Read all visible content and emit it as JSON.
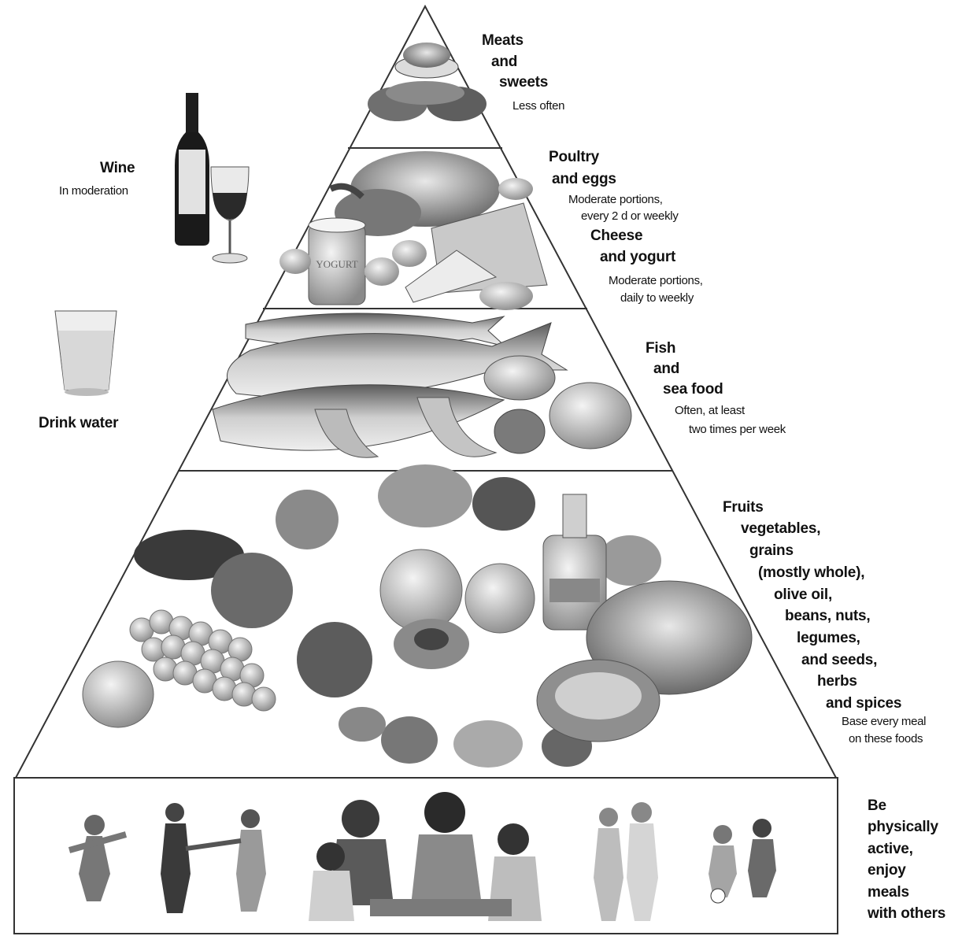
{
  "side": {
    "wine": {
      "title": "Wine",
      "note": "In moderation"
    },
    "water": {
      "title": "Drink water"
    }
  },
  "tiers": {
    "meats": {
      "title_lines": [
        "Meats",
        "and",
        "sweets"
      ],
      "note": "Less often"
    },
    "poultry": {
      "title_lines": [
        "Poultry",
        "and eggs"
      ],
      "note_lines": [
        "Moderate portions,",
        "every 2 d or weekly"
      ]
    },
    "cheese": {
      "title_lines": [
        "Cheese",
        "and yogurt"
      ],
      "note_lines": [
        "Moderate portions,",
        "daily to weekly"
      ]
    },
    "fish": {
      "title_lines": [
        "Fish",
        "and",
        "sea food"
      ],
      "note_lines": [
        "Often, at least",
        "two times per week"
      ]
    },
    "base": {
      "title_lines": [
        "Fruits",
        "vegetables,",
        "grains",
        "(mostly whole),",
        "olive oil,",
        "beans, nuts,",
        "legumes,",
        "and seeds,",
        "herbs",
        "and spices"
      ],
      "note_lines": [
        "Base every meal",
        "on these foods"
      ]
    },
    "activity": {
      "title_lines": [
        "Be",
        "physically",
        "active,",
        "enjoy",
        "meals",
        "with others"
      ]
    }
  },
  "icons": [
    "meat-icon",
    "poultry-icon",
    "yogurt-icon",
    "cheese-icon",
    "egg-icon",
    "fish-icon",
    "shrimp-icon",
    "shell-icon",
    "vegetables-icon",
    "grapes-icon",
    "bread-icon",
    "olive-oil-icon",
    "wine-bottle-icon",
    "wine-glass-icon",
    "water-glass-icon",
    "people-icon"
  ],
  "colors": {
    "ink": "#111111",
    "line": "#333333",
    "shade": "#9a9a9a"
  }
}
